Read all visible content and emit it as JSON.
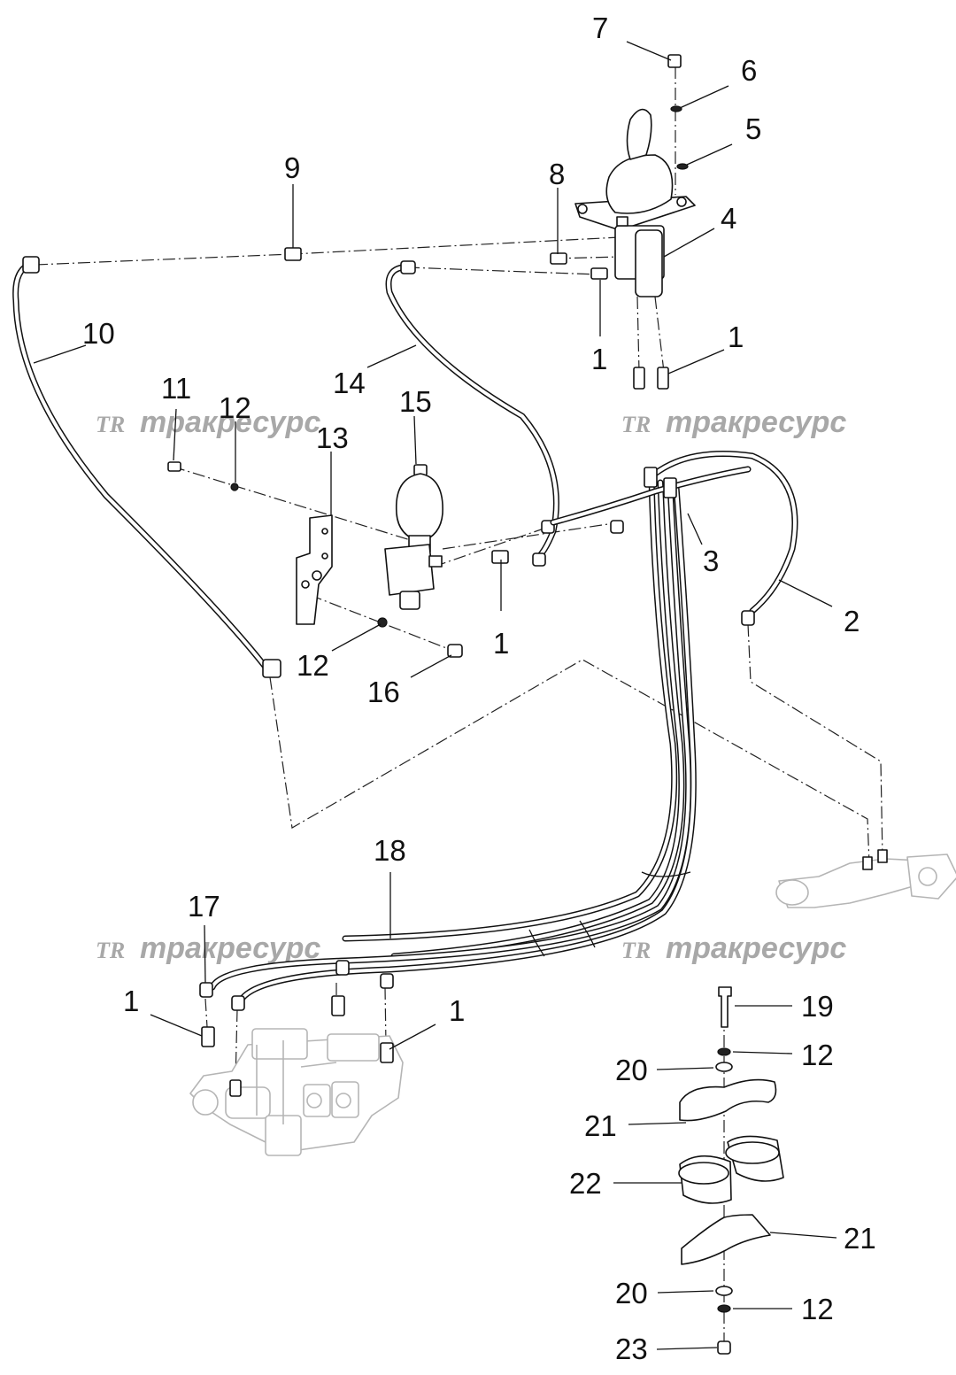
{
  "watermark": {
    "logo": "TR",
    "text": "тракресурс"
  },
  "callouts": [
    {
      "id": "c7",
      "label": "7"
    },
    {
      "id": "c6",
      "label": "6"
    },
    {
      "id": "c5",
      "label": "5"
    },
    {
      "id": "c9",
      "label": "9"
    },
    {
      "id": "c8",
      "label": "8"
    },
    {
      "id": "c4",
      "label": "4"
    },
    {
      "id": "c10",
      "label": "10"
    },
    {
      "id": "c1a",
      "label": "1"
    },
    {
      "id": "c1b",
      "label": "1"
    },
    {
      "id": "c14",
      "label": "14"
    },
    {
      "id": "c11",
      "label": "11"
    },
    {
      "id": "c12a",
      "label": "12"
    },
    {
      "id": "c15",
      "label": "15"
    },
    {
      "id": "c13",
      "label": "13"
    },
    {
      "id": "c3",
      "label": "3"
    },
    {
      "id": "c2",
      "label": "2"
    },
    {
      "id": "c1c",
      "label": "1"
    },
    {
      "id": "c12b",
      "label": "12"
    },
    {
      "id": "c16",
      "label": "16"
    },
    {
      "id": "c18",
      "label": "18"
    },
    {
      "id": "c17",
      "label": "17"
    },
    {
      "id": "c1d",
      "label": "1"
    },
    {
      "id": "c1e",
      "label": "1"
    },
    {
      "id": "c19",
      "label": "19"
    },
    {
      "id": "c12c",
      "label": "12"
    },
    {
      "id": "c20a",
      "label": "20"
    },
    {
      "id": "c21a",
      "label": "21"
    },
    {
      "id": "c22",
      "label": "22"
    },
    {
      "id": "c21b",
      "label": "21"
    },
    {
      "id": "c20b",
      "label": "20"
    },
    {
      "id": "c12d",
      "label": "12"
    },
    {
      "id": "c23",
      "label": "23"
    }
  ]
}
